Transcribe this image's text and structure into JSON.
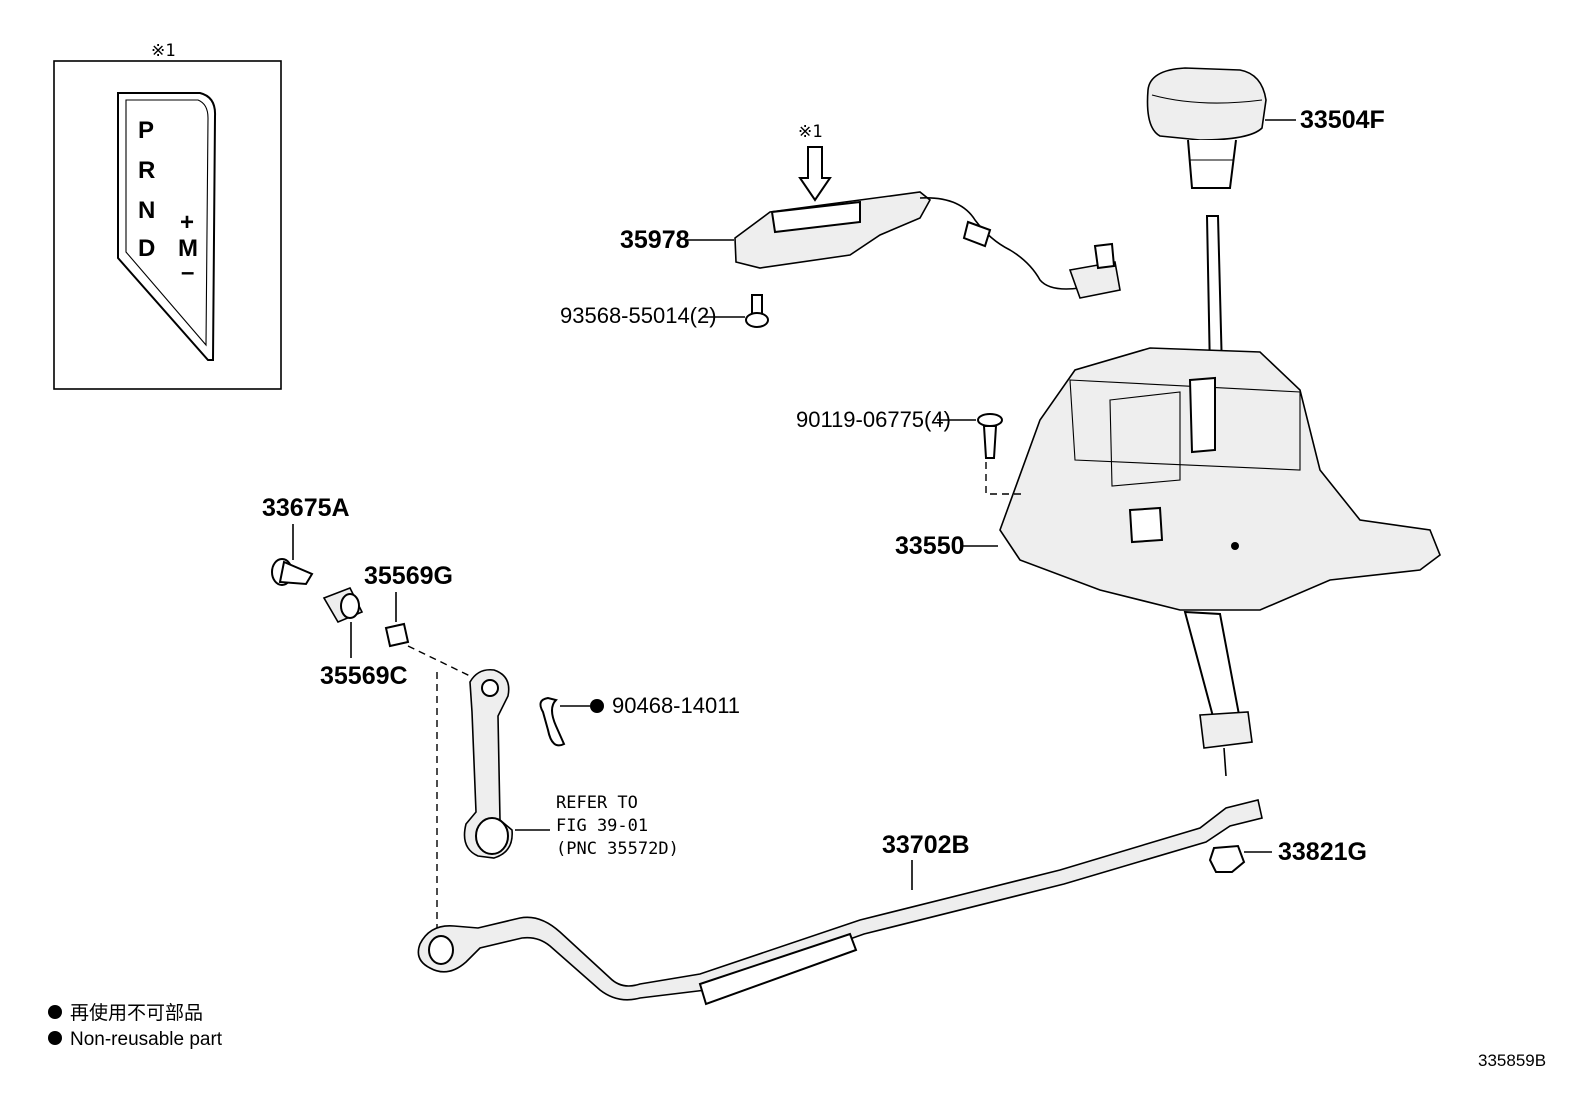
{
  "callouts": {
    "note_mark_top": "※1",
    "note_mark_arrow": "※1",
    "p_33504F": "33504F",
    "p_35978": "35978",
    "p_93568": "93568-55014(2)",
    "p_90119": "90119-06775(4)",
    "p_33550": "33550",
    "p_33675A": "33675A",
    "p_35569G": "35569G",
    "p_35569C": "35569C",
    "p_90468": "90468-14011",
    "refer_line1": "REFER TO",
    "refer_line2": "FIG 39-01",
    "refer_line3": "(PNC 35572D)",
    "p_33702B": "33702B",
    "p_33821G": "33821G"
  },
  "gate_panel": {
    "letters": [
      "P",
      "R",
      "N",
      "D"
    ],
    "plus": "+",
    "manual": "M",
    "minus": "–"
  },
  "legend": {
    "line_jp": "再使用不可部品",
    "line_en": "Non-reusable part"
  },
  "figure_number": "335859B"
}
